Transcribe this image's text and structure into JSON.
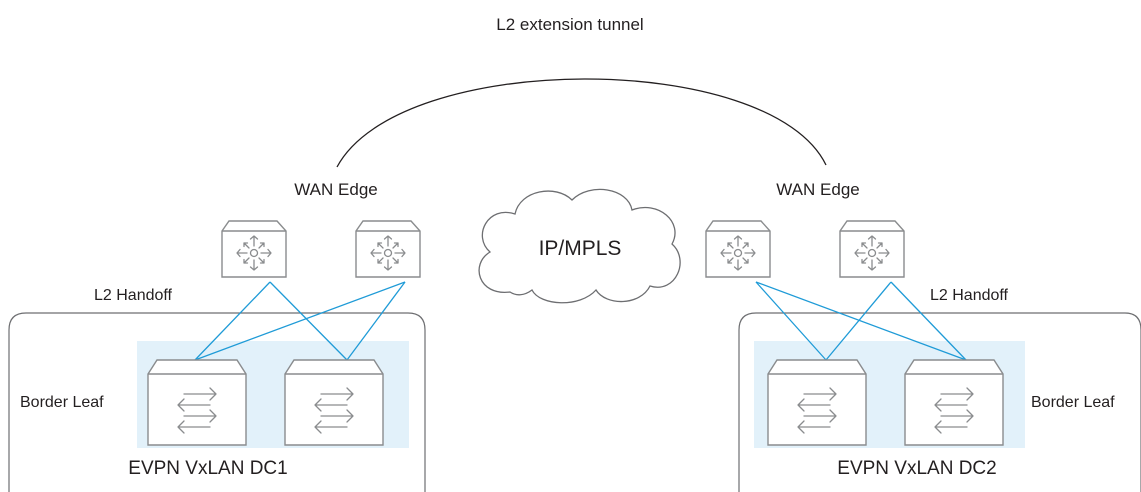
{
  "tunnel_label": "L2 extension tunnel",
  "cloud_label": "IP/MPLS",
  "left_site": {
    "wan_edge_label": "WAN Edge",
    "handoff_label": "L2 Handoff",
    "border_leaf_label": "Border Leaf",
    "dc_label": "EVPN VxLAN DC1"
  },
  "right_site": {
    "wan_edge_label": "WAN Edge",
    "handoff_label": "L2 Handoff",
    "border_leaf_label": "Border Leaf",
    "dc_label": "EVPN VxLAN DC2"
  },
  "colors": {
    "link": "#1f9bd7",
    "border_leaf_area": "#e2f1fa",
    "device_outline": "#8a8c8e",
    "dc_outline": "#6d6e71"
  },
  "icons": {
    "wan_edge": "router-icon",
    "border_leaf": "switch-icon",
    "network": "cloud-icon"
  }
}
